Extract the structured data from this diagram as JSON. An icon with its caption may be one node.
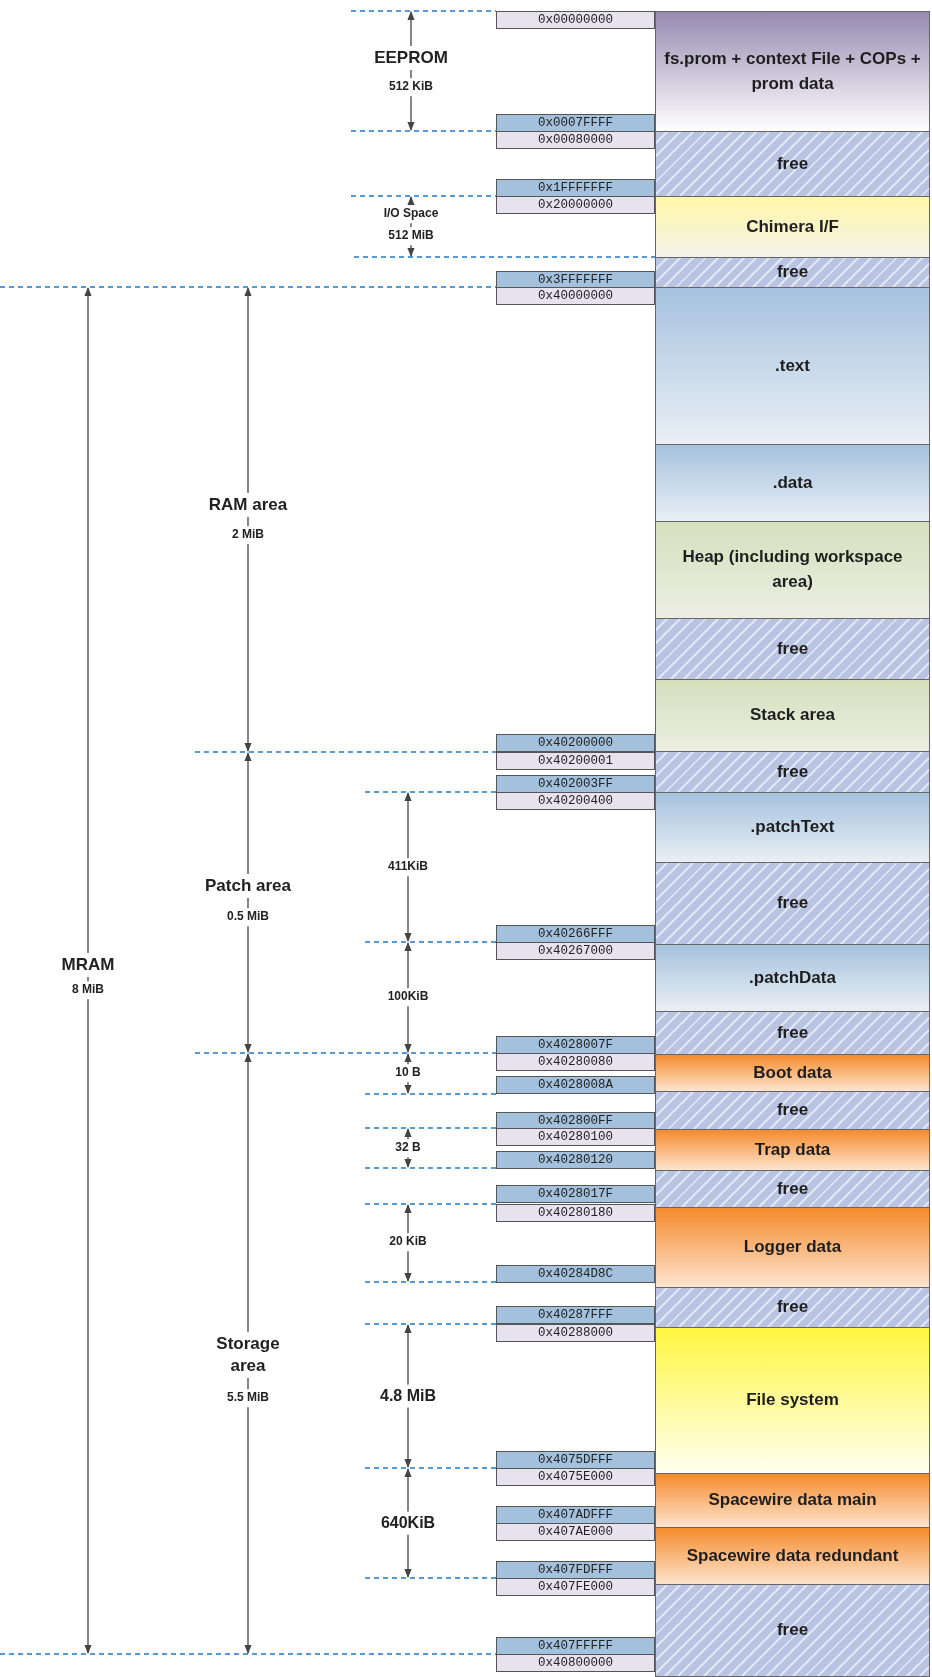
{
  "diagram": {
    "nodes": [
      {
        "text": [
          "fs.prom + context File + COPs + prom data"
        ]
      },
      {
        "text": [
          "free"
        ]
      },
      {
        "text": [
          "Chimera I/F"
        ]
      },
      {
        "text": [
          "free"
        ]
      },
      {
        "text": [
          ".text"
        ]
      },
      {
        "text": [
          ".data"
        ]
      },
      {
        "text": [
          "Heap (including workspace area)"
        ]
      },
      {
        "text": [
          "free"
        ]
      },
      {
        "text": [
          "Stack area"
        ]
      },
      {
        "text": [
          "free"
        ]
      },
      {
        "text": [
          ".patchText"
        ]
      },
      {
        "text": [
          "free"
        ]
      },
      {
        "text": [
          ".patchData"
        ]
      },
      {
        "text": [
          "free"
        ]
      },
      {
        "text": [
          "Boot data"
        ]
      },
      {
        "text": [
          "free"
        ]
      },
      {
        "text": [
          "Trap data"
        ]
      },
      {
        "text": [
          "free"
        ]
      },
      {
        "text": [
          "Logger data"
        ]
      },
      {
        "text": [
          "free"
        ]
      },
      {
        "text": [
          "File system"
        ]
      },
      {
        "text": [
          "Spacewire data main"
        ]
      },
      {
        "text": [
          "Spacewire data redundant"
        ]
      },
      {
        "text": [
          "free"
        ]
      }
    ],
    "labels": [
      "EEPROM",
      "512 KiB",
      "0x00000000",
      "0x0007FFFF",
      "0x00080000",
      "0x1FFFFFFF",
      "0x20000000",
      "I/O Space",
      "512 MiB",
      "0x3FFFFFFF",
      "0x40000000",
      "RAM area",
      "2 MiB",
      "0x40200000",
      "0x40200001",
      "0x402003FF",
      "0x40200400",
      "411KiB",
      "Patch area",
      "0.5 MiB",
      "MRAM",
      "8 MiB",
      "0x40266FFF",
      "0x40267000",
      "100KiB",
      "0x4028007F",
      "0x40280080",
      "10 B",
      "0x4028008A",
      "0x402800FF",
      "0x40280100",
      "32 B",
      "0x40280120",
      "0x4028017F",
      "0x40280180",
      "20 KiB",
      "0x40284D8C",
      "0x40287FFF",
      "0x40288000",
      "Storage area",
      "5.5 MiB",
      "4.8 MiB",
      "0x4075DFFF",
      "0x4075E000",
      "640KiB",
      "0x407ADFFF",
      "0x407AE000",
      "0x407FDFFF",
      "0x407FE000",
      "0x407FFFFF",
      "0x40800000"
    ]
  }
}
